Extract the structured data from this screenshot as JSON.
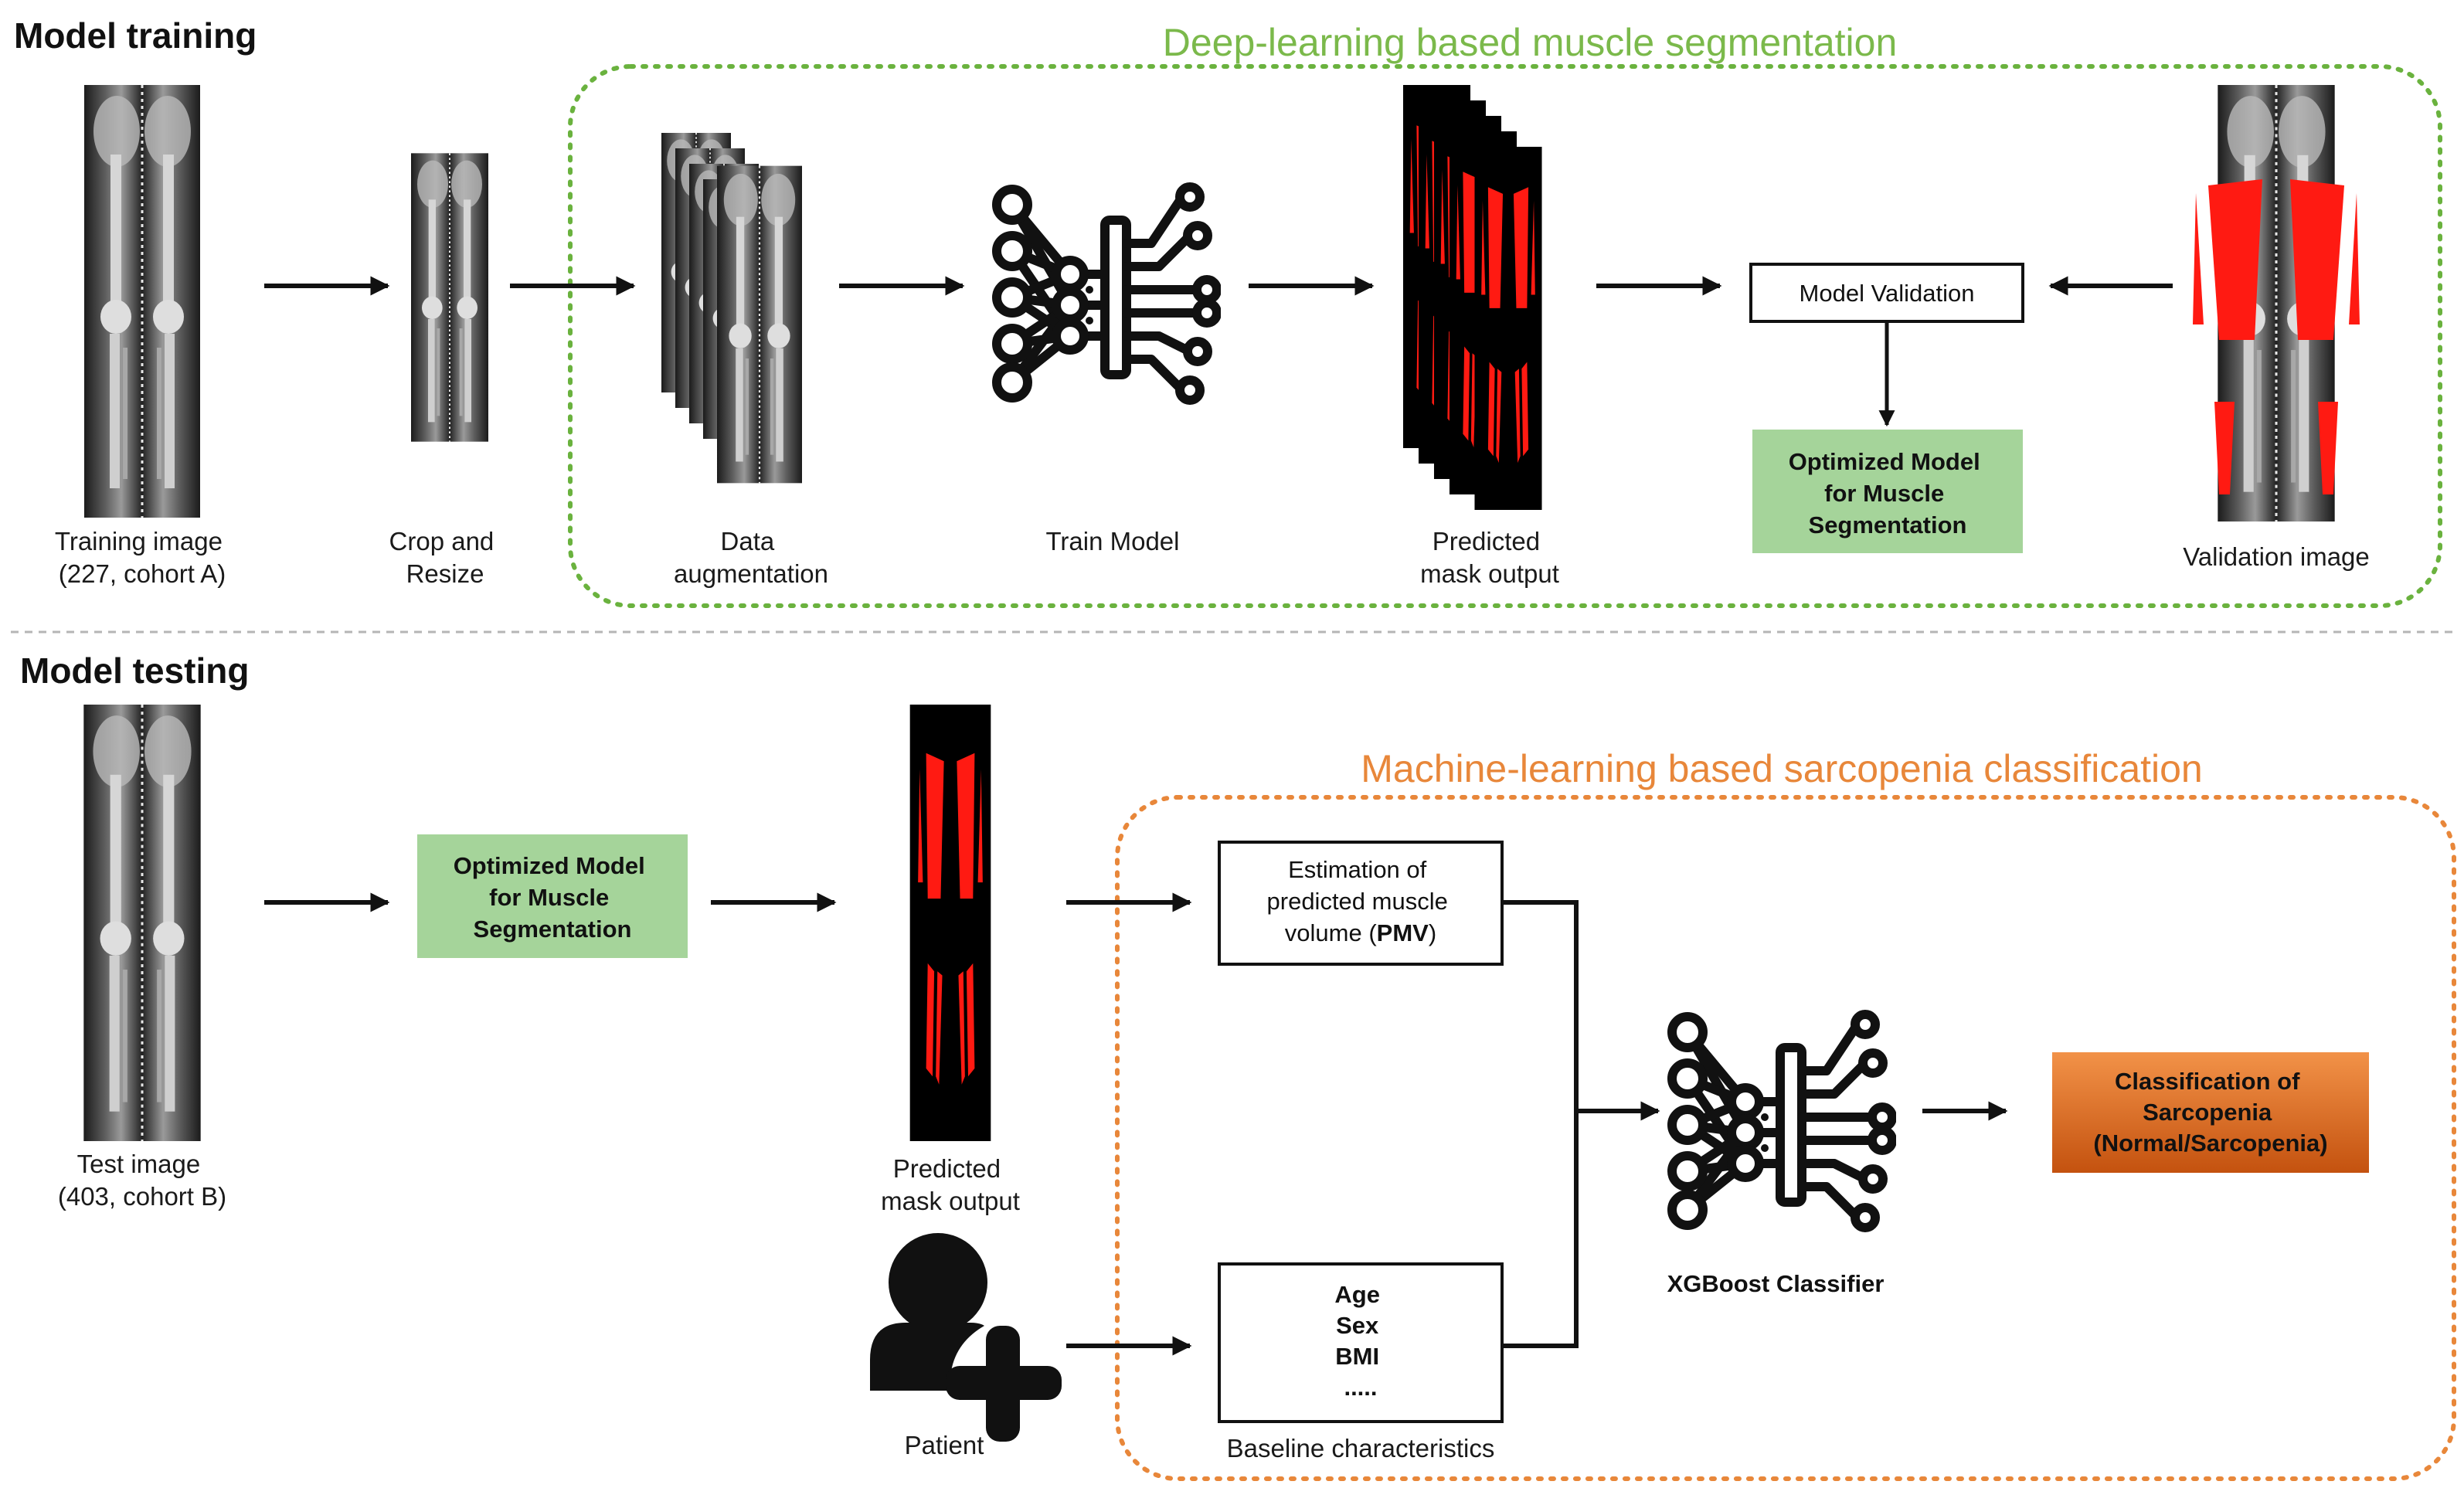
{
  "training": {
    "title": "Model training",
    "region_title": "Deep-learning based muscle segmentation",
    "training_image": [
      "Training image",
      "(227, cohort A)"
    ],
    "crop_resize": [
      "Crop and",
      "Resize"
    ],
    "augmentation": [
      "Data",
      "augmentation"
    ],
    "train_model": "Train Model",
    "mask_output": [
      "Predicted",
      "mask output"
    ],
    "validation_box": "Model Validation",
    "optimized_box": [
      "Optimized Model",
      "for Muscle",
      "Segmentation"
    ],
    "validation_image": "Validation image"
  },
  "testing": {
    "title": "Model testing",
    "region_title": "Machine-learning based sarcopenia classification",
    "test_image": [
      "Test image",
      "(403, cohort B)"
    ],
    "optimized_box": [
      "Optimized Model",
      "for Muscle",
      "Segmentation"
    ],
    "mask_output": [
      "Predicted",
      "mask output"
    ],
    "pmv_box": {
      "line1": "Estimation of",
      "line2": "predicted muscle",
      "line3_prefix": "volume (",
      "line3_bold": "PMV",
      "line3_suffix": ")"
    },
    "baseline_items": [
      "Age",
      "Sex",
      "BMI",
      "....."
    ],
    "baseline_label": "Baseline characteristics",
    "patient_label": "Patient",
    "classifier_label": "XGBoost Classifier",
    "classification_box": [
      "Classification of",
      "Sarcopenia",
      "(Normal/Sarcopenia)"
    ]
  },
  "colors": {
    "green_dash": "#6ab23e",
    "green_title": "#7bb94b",
    "orange_dash": "#e8873a",
    "orange_title": "#e8873a",
    "green_box": "#a5d49a",
    "orange_box_top": "#f08a3e",
    "orange_box_bottom": "#c4520f",
    "mask_red": "#ff1a12"
  },
  "icons": [
    "neural-network-icon",
    "patient-add-icon"
  ]
}
